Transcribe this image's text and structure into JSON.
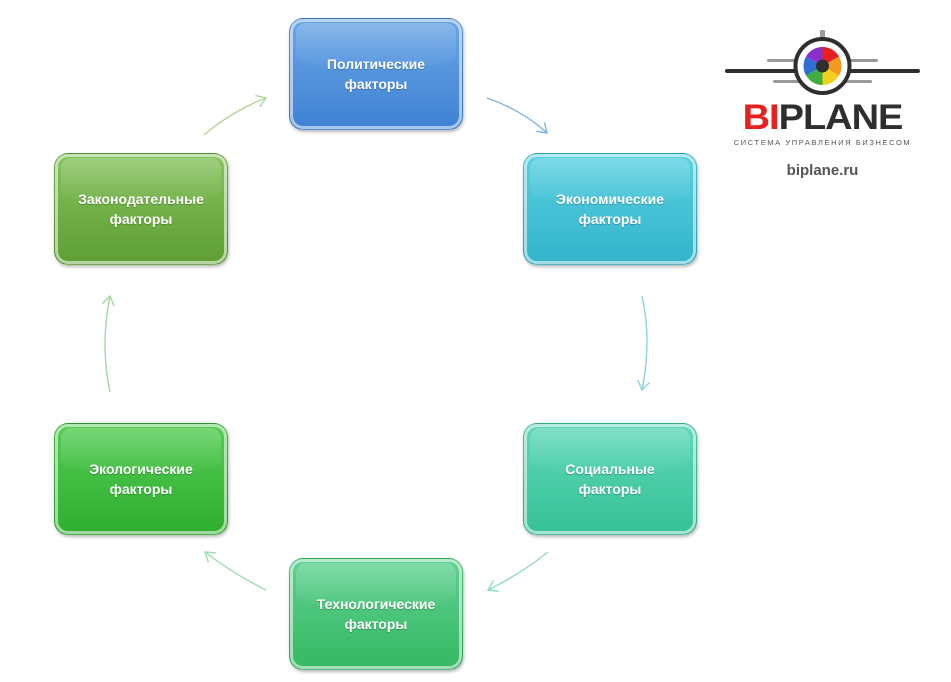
{
  "diagram": {
    "nodes": [
      {
        "id": "political",
        "label": "Политические\nфакторы"
      },
      {
        "id": "economic",
        "label": "Экономические\nфакторы"
      },
      {
        "id": "social",
        "label": "Социальные\nфакторы"
      },
      {
        "id": "tech",
        "label": "Технологические\nфакторы"
      },
      {
        "id": "eco",
        "label": "Экологические\nфакторы"
      },
      {
        "id": "legal",
        "label": "Законодательные\nфакторы"
      }
    ],
    "flow": "political → economic → social → technological → ecological → legislative → political (cycle)"
  },
  "logo": {
    "word_red": "BI",
    "word_dark": "PLANE",
    "tagline": "СИСТЕМА УПРАВЛЕНИЯ БИЗНЕСОМ",
    "site": "biplane.ru",
    "colors": {
      "red": "#e5201f",
      "dark": "#2e2e2e"
    }
  },
  "colors": {
    "political": "#4a8fdc",
    "economic": "#3fc0d4",
    "social": "#45cba4",
    "tech": "#42c271",
    "eco": "#3cb93c",
    "legal": "#6eac43"
  }
}
